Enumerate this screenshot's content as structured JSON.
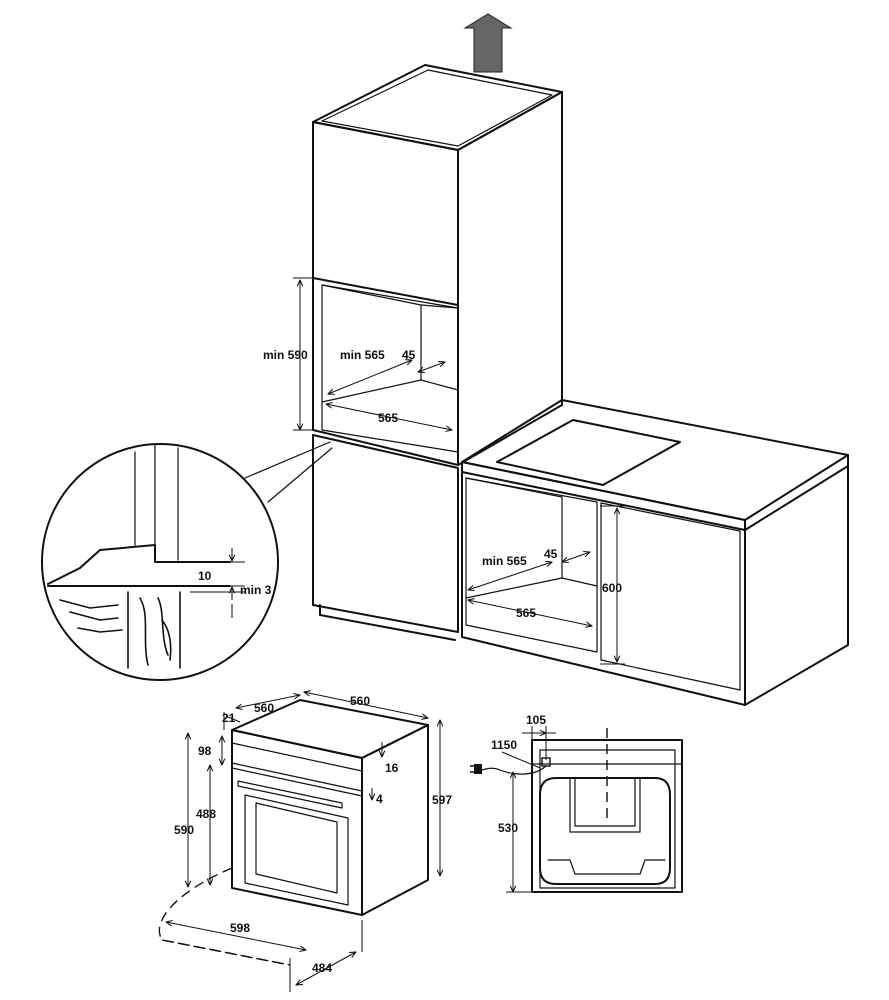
{
  "dimensions": {
    "column_niche_height": "min 590",
    "column_niche_depth": "min 565",
    "column_vent_gap": "45",
    "column_niche_width": "565",
    "detail_gap": "10",
    "detail_min": "min 3",
    "counter_niche_depth": "min 565",
    "counter_vent_gap": "45",
    "counter_niche_width": "565",
    "counter_niche_height": "600",
    "oven_front_thickness": "21",
    "oven_depth_top": "560",
    "oven_width_top": "560",
    "oven_panel_height": "98",
    "oven_body_height_left": "488",
    "oven_front_height": "590",
    "oven_total_height": "597",
    "oven_gap_top": "16",
    "oven_gap_small": "4",
    "oven_width": "598",
    "oven_depth": "484",
    "cable_offset": "105",
    "cable_length": "1150",
    "cable_height": "530"
  },
  "icons": {
    "ventilation_arrow": "arrow-up-icon",
    "plug": "power-plug-icon"
  }
}
